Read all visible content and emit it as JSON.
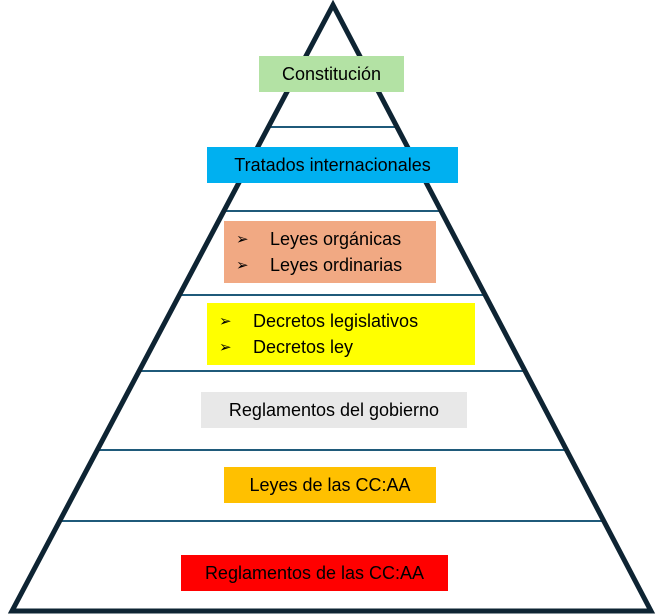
{
  "title": "Pirámide normativa",
  "colors": {
    "outline": "#0e2433",
    "divider": "#1f5a7a"
  },
  "levels": [
    {
      "label": "Constitución",
      "color": "#b3e2a4"
    },
    {
      "label": "Tratados internacionales",
      "color": "#00b0f0"
    },
    {
      "items": [
        "Leyes orgánicas",
        "Leyes ordinarias"
      ],
      "color": "#f1a983"
    },
    {
      "items": [
        "Decretos legislativos",
        "Decretos ley"
      ],
      "color": "#ffff00"
    },
    {
      "label": "Reglamentos del gobierno",
      "color": "#e8e8e8"
    },
    {
      "label": "Leyes de las CC:AA",
      "color": "#ffc000"
    },
    {
      "label": "Reglamentos de las CC:AA",
      "color": "#ff0000"
    }
  ]
}
